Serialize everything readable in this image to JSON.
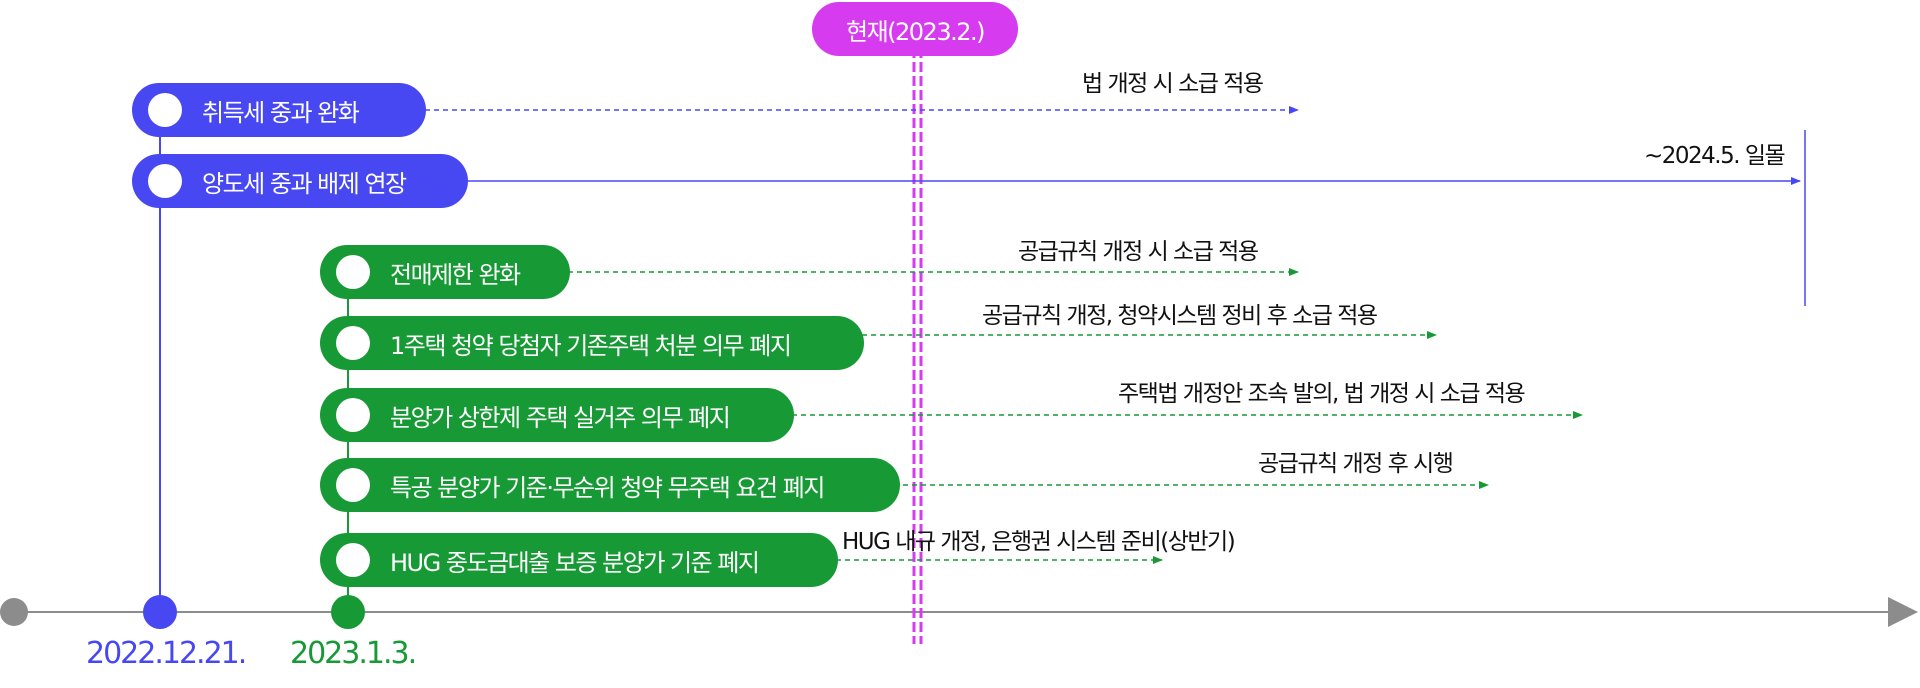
{
  "now_badge": "현재(2023.2.)",
  "dates": {
    "blue": "2022.12.21.",
    "green": "2023.1.3."
  },
  "items": [
    {
      "label": "취득세 중과 완화",
      "note": "법 개정 시 소급 적용",
      "group": "blue"
    },
    {
      "label": "양도세 중과 배제 연장",
      "note": "~2024.5. 일몰",
      "group": "blue"
    },
    {
      "label": "전매제한 완화",
      "note": "공급규칙 개정 시 소급 적용",
      "group": "green"
    },
    {
      "label": "1주택 청약 당첨자 기존주택 처분 의무 폐지",
      "note": "공급규칙 개정, 청약시스템 정비 후 소급 적용",
      "group": "green"
    },
    {
      "label": "분양가 상한제 주택 실거주 의무 폐지",
      "note": "주택법 개정안 조속 발의, 법 개정 시 소급 적용",
      "group": "green"
    },
    {
      "label": "특공 분양가 기준·무순위 청약 무주택 요건 폐지",
      "note": "공급규칙 개정 후 시행",
      "group": "green"
    },
    {
      "label": "HUG 중도금대출 보증 분양가 기준 폐지",
      "note": "HUG 내규 개정, 은행권 시스템 준비(상반기)",
      "group": "green"
    }
  ],
  "colors": {
    "blue": "#4848f2",
    "green": "#179a35",
    "now": "#d63bf0",
    "axis": "#8c8c8c"
  }
}
